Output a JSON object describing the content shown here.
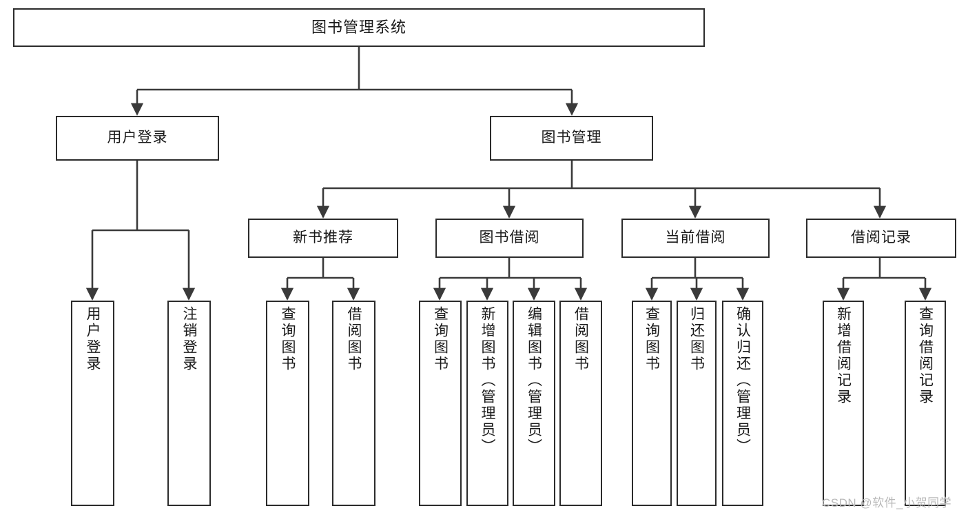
{
  "diagram": {
    "type": "hierarchy-tree",
    "title": "图书管理系统",
    "root": {
      "id": "root",
      "label": "图书管理系统"
    },
    "level1": [
      {
        "id": "user-login",
        "label": "用户登录"
      },
      {
        "id": "book-management",
        "label": "图书管理"
      }
    ],
    "level2": [
      {
        "id": "new-book-recommend",
        "label": "新书推荐",
        "parent": "book-management"
      },
      {
        "id": "book-borrow",
        "label": "图书借阅",
        "parent": "book-management"
      },
      {
        "id": "current-borrow",
        "label": "当前借阅",
        "parent": "book-management"
      },
      {
        "id": "borrow-record",
        "label": "借阅记录",
        "parent": "book-management"
      }
    ],
    "leaves": [
      {
        "id": "leaf-user-login",
        "label": "用户登录",
        "parent": "user-login"
      },
      {
        "id": "leaf-logout-login",
        "label": "注销登录",
        "parent": "user-login"
      },
      {
        "id": "leaf-query-book-1",
        "label": "查询图书",
        "parent": "new-book-recommend"
      },
      {
        "id": "leaf-borrow-book-1",
        "label": "借阅图书",
        "parent": "new-book-recommend"
      },
      {
        "id": "leaf-query-book-2",
        "label": "查询图书",
        "parent": "book-borrow"
      },
      {
        "id": "leaf-add-book",
        "label": "新增图书（管理员）",
        "parent": "book-borrow"
      },
      {
        "id": "leaf-edit-book",
        "label": "编辑图书（管理员）",
        "parent": "book-borrow"
      },
      {
        "id": "leaf-borrow-book-2",
        "label": "借阅图书",
        "parent": "book-borrow"
      },
      {
        "id": "leaf-query-book-3",
        "label": "查询图书",
        "parent": "current-borrow"
      },
      {
        "id": "leaf-return-book",
        "label": "归还图书",
        "parent": "current-borrow"
      },
      {
        "id": "leaf-confirm-return",
        "label": "确认归还（管理员）",
        "parent": "current-borrow"
      },
      {
        "id": "leaf-add-record",
        "label": "新增借阅记录",
        "parent": "borrow-record"
      },
      {
        "id": "leaf-query-record",
        "label": "查询借阅记录",
        "parent": "borrow-record"
      }
    ],
    "colors": {
      "border": "#2b2b2b",
      "background": "#ffffff",
      "text": "#1a1a1a",
      "edge": "#3a3a3a",
      "watermark": "#b9b9b9"
    }
  },
  "watermark": {
    "text": "CSDN @软件_小贺同学"
  }
}
